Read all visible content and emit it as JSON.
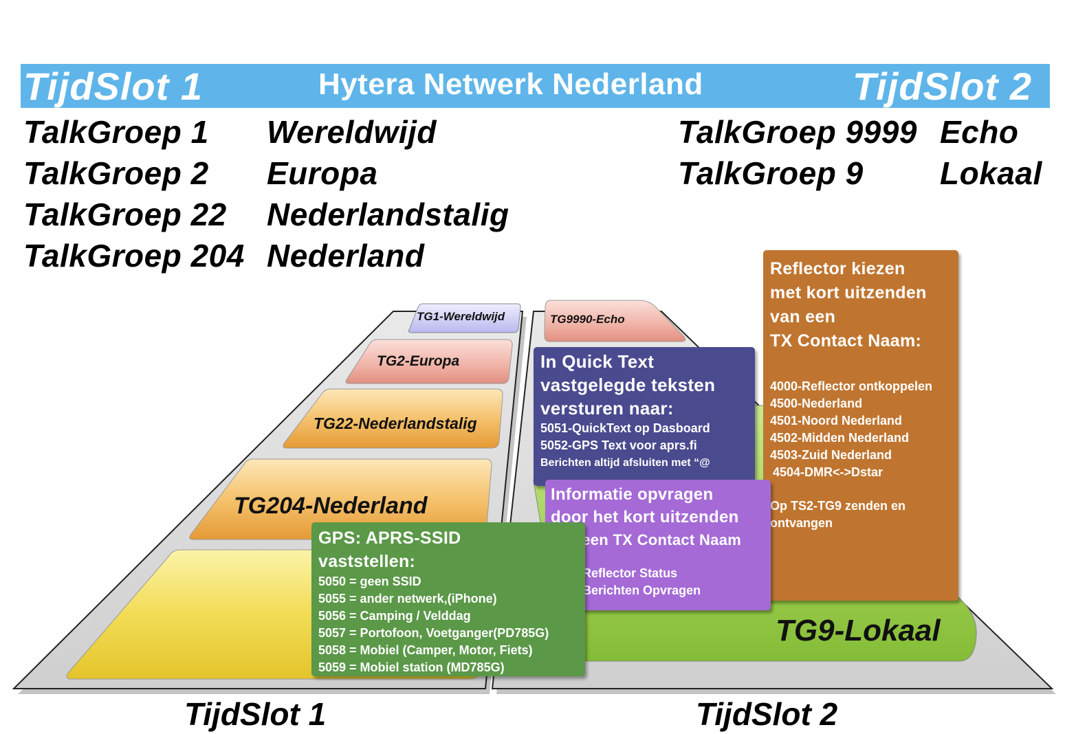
{
  "header": {
    "left_slot": "TijdSlot 1",
    "title": "Hytera Netwerk Nederland",
    "right_slot": "TijdSlot 2"
  },
  "talkgroups_ts1": [
    {
      "group": "TalkGroep 1",
      "name": "Wereldwijd"
    },
    {
      "group": "TalkGroep 2",
      "name": "Europa"
    },
    {
      "group": "TalkGroep 22",
      "name": "Nederlandstalig"
    },
    {
      "group": "TalkGroep 204",
      "name": "Nederland"
    }
  ],
  "talkgroups_ts2": [
    {
      "group": "TalkGroep 9999",
      "name": "Echo"
    },
    {
      "group": "TalkGroep 9",
      "name": "Lokaal"
    }
  ],
  "pyramid_ts1": {
    "tiers": [
      "TG1-Wereldwijd",
      "TG2-Europa",
      "TG22-Nederlandstalig",
      "TG204-Nederland"
    ]
  },
  "pyramid_ts2": {
    "top": "TG9990-Echo",
    "base": "TG9-Lokaal"
  },
  "quicktext_box": {
    "heading": [
      "In Quick Text",
      "vastgelegde teksten",
      "versturen naar:"
    ],
    "lines": [
      "5051-QuickText op Dasboard",
      "5052-GPS Text voor aprs.fi",
      "Berichten altijd afsluiten met “@"
    ],
    "color": "#4a4a8f"
  },
  "info_box": {
    "heading": [
      "Informatie opvragen",
      "door het kort uitzenden",
      "van een TX Contact Naam"
    ],
    "lines": [
      "5000-Reflector Status",
      "5001-Berichten Opvragen"
    ],
    "color": "#a56ad6"
  },
  "gps_box": {
    "heading": [
      "GPS: APRS-SSID",
      "vaststellen:"
    ],
    "lines": [
      "5050 = geen SSID",
      "5055 = ander netwerk,(iPhone)",
      "5056 = Camping / Velddag",
      "5057 = Portofoon, Voetganger(PD785G)",
      "5058 = Mobiel (Camper, Motor, Fiets)",
      "5059 = Mobiel station (MD785G)"
    ],
    "color": "#5b9848"
  },
  "reflector_box": {
    "heading": [
      "Reflector kiezen",
      "met kort uitzenden",
      "van een",
      "TX Contact Naam:"
    ],
    "lines": [
      "4000-Reflector ontkoppelen",
      "4500-Nederland",
      "4501-Noord Nederland",
      "4502-Midden Nederland",
      "4503-Zuid Nederland",
      "4504-DMR<->Dstar"
    ],
    "footer": [
      "Op TS2-TG9 zenden en",
      "ontvangen"
    ],
    "color": "#bf7530"
  },
  "footer": {
    "left": "TijdSlot 1",
    "right": "TijdSlot 2"
  }
}
